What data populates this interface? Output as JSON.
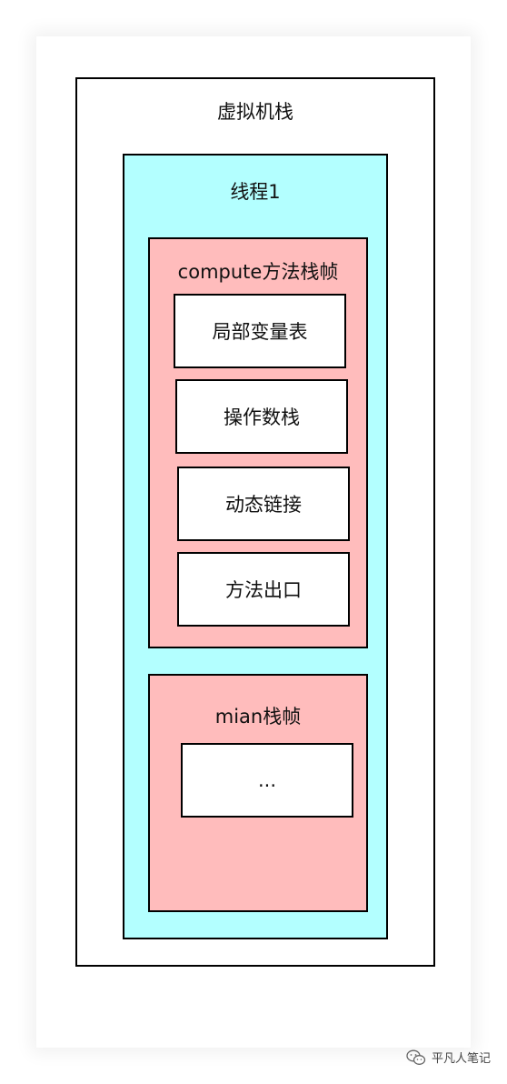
{
  "diagram": {
    "jvm_stack_label": "虚拟机栈",
    "thread_label": "线程1",
    "compute_frame": {
      "label": "compute方法栈帧",
      "items": [
        "局部变量表",
        "操作数栈",
        "动态链接",
        "方法出口"
      ]
    },
    "main_frame": {
      "label": "mian栈帧",
      "items": [
        "..."
      ]
    },
    "colors": {
      "thread_fill": "#b3ffff",
      "frame_fill": "#ffbcbc",
      "border": "#000000"
    }
  },
  "watermark": {
    "text": "平凡人笔记",
    "icon": "wechat-icon"
  }
}
